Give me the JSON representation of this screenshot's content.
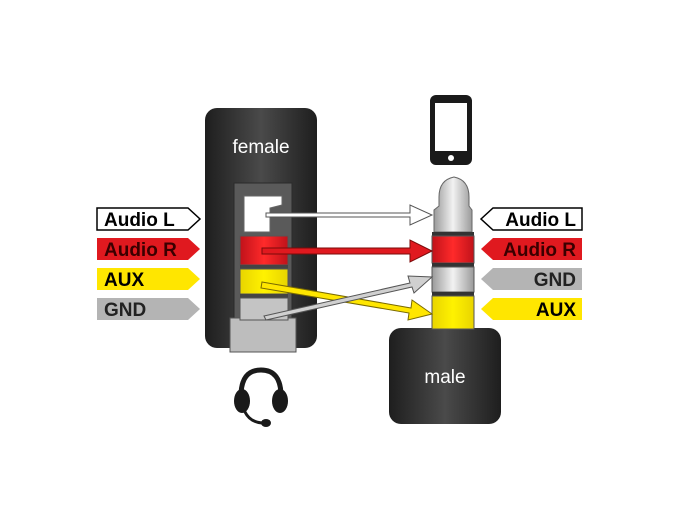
{
  "female": {
    "title": "female",
    "labels": [
      {
        "text": "Audio L",
        "fill": "#ffffff",
        "text_color": "#000000"
      },
      {
        "text": "Audio R",
        "fill": "#e0191f",
        "text_color": "#3a0000"
      },
      {
        "text": "AUX",
        "fill": "#ffe600",
        "text_color": "#000000"
      },
      {
        "text": "GND",
        "fill": "#b4b4b4",
        "text_color": "#222222"
      }
    ]
  },
  "male": {
    "title": "male",
    "labels": [
      {
        "text": "Audio L",
        "fill": "#ffffff",
        "text_color": "#000000"
      },
      {
        "text": "Audio R",
        "fill": "#e0191f",
        "text_color": "#3a0000"
      },
      {
        "text": "GND",
        "fill": "#b4b4b4",
        "text_color": "#222222"
      },
      {
        "text": "AUX",
        "fill": "#ffe600",
        "text_color": "#000000"
      }
    ]
  },
  "connections": [
    {
      "from": "Audio L",
      "to": "Audio L",
      "color": "#ffffff"
    },
    {
      "from": "Audio R",
      "to": "Audio R",
      "color": "#e0191f"
    },
    {
      "from": "AUX",
      "to": "AUX",
      "color": "#ffe600"
    },
    {
      "from": "GND",
      "to": "GND",
      "color": "#d0d0d0"
    }
  ],
  "icons": {
    "device": "smartphone-icon",
    "accessory": "headset-icon"
  },
  "colors": {
    "plug_body": "#3a3a3a",
    "sleeve_grey": "#bdbdbd",
    "outline": "#555555"
  }
}
